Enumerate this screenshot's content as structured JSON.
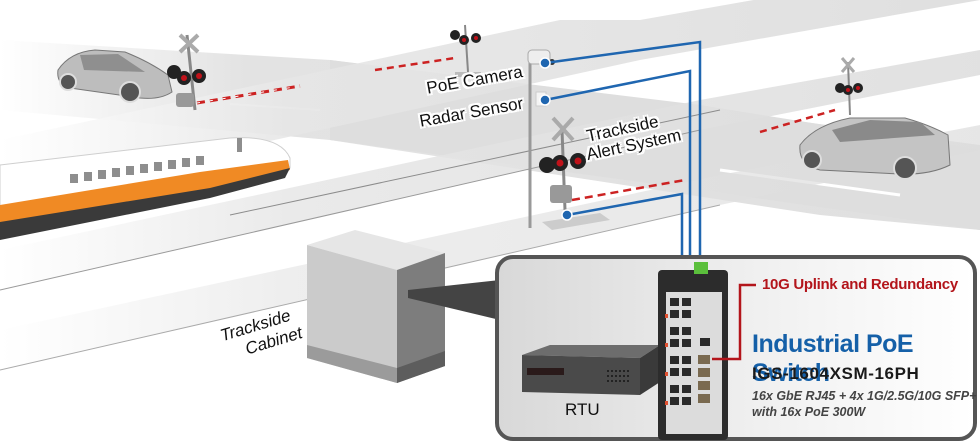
{
  "diagram": {
    "devices": {
      "poe_camera": "PoE Camera",
      "radar_sensor": "Radar Sensor",
      "trackside_alert_line1": "Trackside",
      "trackside_alert_line2": "Alert System",
      "trackside_cabinet_line1": "Trackside",
      "trackside_cabinet_line2": "Cabinet",
      "rtu": "RTU"
    },
    "callout": {
      "uplink_label": "10G Uplink and Redundancy",
      "product_title": "Industrial PoE Switch",
      "model": "IGS-1604XSM-16PH",
      "spec_line1": "16x GbE RJ45 + 4x 1G/2.5G/10G SFP+",
      "spec_line2": "with 16x PoE 300W"
    },
    "colors": {
      "link_blue": "#1f66b0",
      "uplink_red": "#b3151b",
      "title_blue": "#1560a8",
      "train_orange": "#f08a24"
    }
  }
}
